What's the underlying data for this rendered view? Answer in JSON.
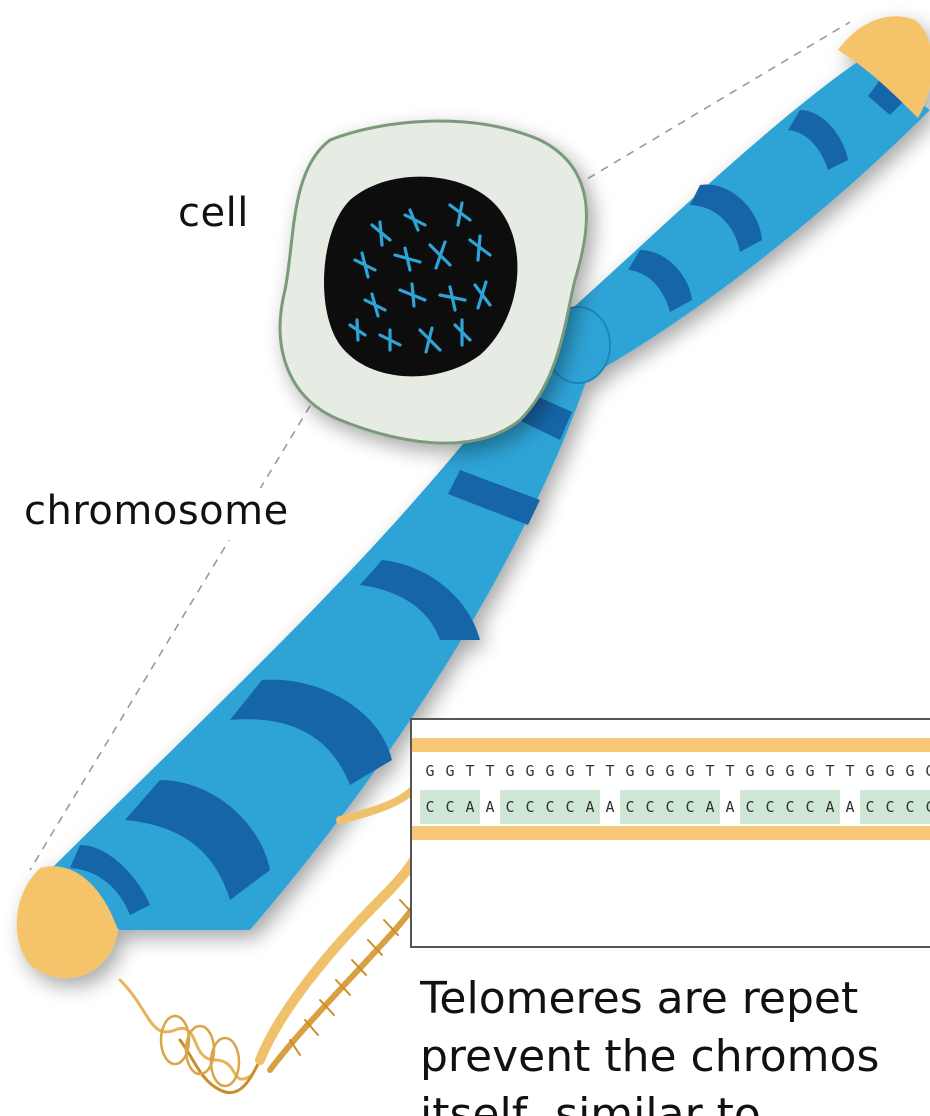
{
  "labels": {
    "cell": "cell",
    "chromosome": "chromosome"
  },
  "caption": {
    "line1": "Telomeres are repet",
    "line2": "prevent the chromos",
    "line3": "itself, similar to"
  },
  "sequence": {
    "top": [
      "G",
      "G",
      "T",
      "T",
      "G",
      "G",
      "G",
      "G",
      "T",
      "T",
      "G",
      "G",
      "G",
      "G",
      "T",
      "T",
      "G",
      "G",
      "G",
      "G",
      "T",
      "T",
      "G",
      "G",
      "G",
      "G"
    ],
    "bottom": [
      "C",
      "C",
      "A",
      "A",
      "C",
      "C",
      "C",
      "C",
      "A",
      "A",
      "C",
      "C",
      "C",
      "C",
      "A",
      "A",
      "C",
      "C",
      "C",
      "C",
      "A",
      "A",
      "C",
      "C",
      "C",
      "C"
    ]
  },
  "colors": {
    "chromosome_light": "#2fa3d6",
    "chromosome_dark": "#1565a8",
    "telomere": "#f5c36b",
    "cell_fill": "#e6ece4",
    "cell_border": "#7a9a7a",
    "nucleus": "#0c0f10",
    "base_pair_highlight": "#cfe8d5"
  }
}
